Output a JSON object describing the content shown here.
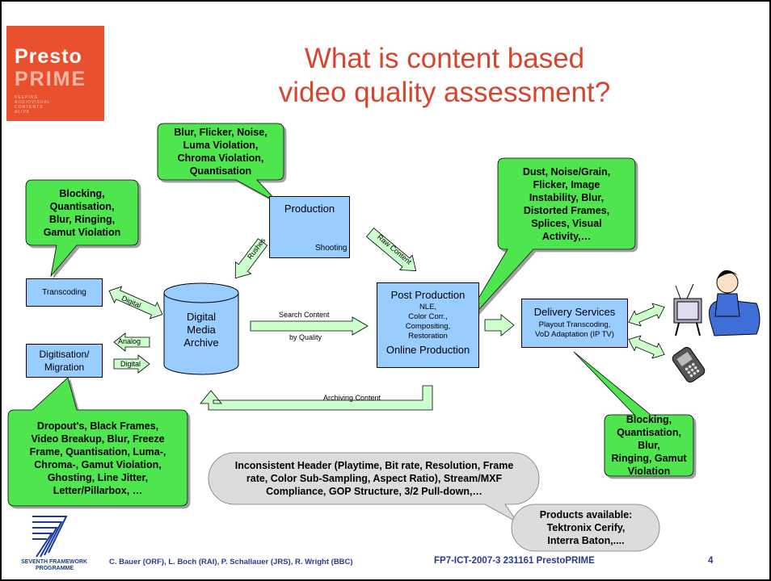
{
  "logo": {
    "line1": "Presto",
    "line2": "PRIME",
    "tagline": [
      "KEEPING",
      "AUDIOVISUAL",
      "CONTENTS",
      "ALIVE"
    ]
  },
  "title": {
    "line1": "What is content based",
    "line2": "video quality assessment?"
  },
  "callouts": {
    "production": [
      "Blur, Flicker, Noise,",
      "Luma Violation,",
      "Chroma Violation,",
      "Quantisation"
    ],
    "transcoding": [
      "Blocking,",
      "Quantisation,",
      "Blur, Ringing,",
      "Gamut Violation"
    ],
    "postproduction": [
      "Dust, Noise/Grain,",
      "Flicker, Image",
      "Instability, Blur,",
      "Distorted Frames,",
      "Splices, Visual",
      "Activity,…"
    ],
    "digitisation": [
      "Dropout's, Black Frames,",
      "Video Breakup, Blur, Freeze",
      "Frame, Quantisation, Luma-,",
      "Chroma-, Gamut Violation,",
      "Ghosting, Line Jitter,",
      "Letter/Pillarbox, …"
    ],
    "delivery": [
      "Blocking,",
      "Quantisation, Blur,",
      "Ringing, Gamut",
      "Violation"
    ],
    "header": [
      "Inconsistent Header (Playtime, Bit rate, Resolution, Frame",
      "rate, Color Sub-Sampling, Aspect Ratio), Stream/MXF",
      "Compliance, GOP Structure, 3/2 Pull-down,…"
    ],
    "products": [
      "Products available:",
      "Tektronix Cerify,",
      "Interra Baton,...."
    ]
  },
  "nodes": {
    "production": {
      "title": "Production",
      "sub": "Shooting"
    },
    "transcoding": {
      "title": "Transcoding"
    },
    "digitisation": {
      "title": "Digitisation/ Migration"
    },
    "archive": {
      "title": [
        "Digital",
        "Media",
        "Archive"
      ]
    },
    "post": {
      "title": "Post Production",
      "items": [
        "NLE,",
        "Color Corr.,",
        "Compositing,",
        "Restoration"
      ],
      "footer": "Online Production"
    },
    "delivery": {
      "title": "Delivery Services",
      "items": [
        "Playout Transcoding,",
        "VoD Adaptation (IP TV)"
      ]
    }
  },
  "arrows": {
    "rushes": "Rushes",
    "raw": "Raw Content",
    "digital_top": "Digital",
    "analog": "Analog",
    "digital_bottom": "Digital",
    "search": "Search Content",
    "by_quality": "by Quality",
    "archiving": "Archiving Content"
  },
  "footer": {
    "eu": [
      "SEVENTH FRAMEWORK",
      "PROGRAMME"
    ],
    "authors": "C. Bauer (ORF), L. Boch (RAI), P. Schallauer (JRS), R. Wright (BBC)",
    "project": "FP7-ICT-2007-3 231161 PrestoPRIME",
    "page": "4"
  },
  "colors": {
    "callout_green": "#4fe54f",
    "box_blue": "#99ccff",
    "arrow_green": "#ccffcc",
    "title_red": "#d8452e",
    "logo_orange": "#e8502e",
    "grey_callout": "#dcdcdc"
  }
}
